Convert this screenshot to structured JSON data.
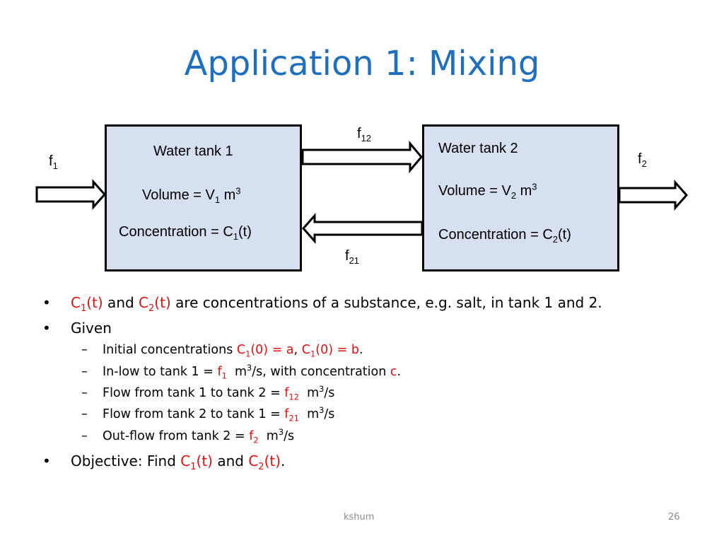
{
  "slide": {
    "title": "Application 1: Mixing",
    "footer_center": "kshum",
    "page_number": "26"
  },
  "diagram": {
    "tank1": {
      "name": "Water tank 1",
      "volume_prefix": "Volume = V",
      "volume_sub": "1",
      "volume_unit": " m",
      "volume_sup": "3",
      "conc_prefix": "Concentration = C",
      "conc_sub": "1",
      "conc_suffix": "(t)"
    },
    "tank2": {
      "name": "Water tank 2",
      "volume_prefix": "Volume = V",
      "volume_sub": "2",
      "volume_unit": " m",
      "volume_sup": "3",
      "conc_prefix": "Concentration = C",
      "conc_sub": "2",
      "conc_suffix": "(t)"
    },
    "flows": {
      "f1": {
        "base": "f",
        "sub": "1"
      },
      "f12": {
        "base": "f",
        "sub": "12"
      },
      "f21": {
        "base": "f",
        "sub": "21"
      },
      "f2": {
        "base": "f",
        "sub": "2"
      }
    }
  },
  "bullets": {
    "b1": {
      "c1": "C",
      "c1_sub": "1",
      "c1_t": "(t)",
      "and": " and ",
      "c2": "C",
      "c2_sub": "2",
      "c2_t": "(t)",
      "rest": " are concentrations of a substance, e.g. salt, in tank 1 and 2."
    },
    "b2": {
      "text": "Given"
    },
    "sub1": {
      "pre": "Initial concentrations ",
      "c1": "C",
      "c1_sub": "1",
      "eq1": "(0) = a",
      "comma": ", ",
      "c2": "C",
      "c2_sub": "1",
      "eq2": "(0) = b",
      "end": "."
    },
    "sub2": {
      "pre": "In-low to tank 1 = ",
      "f": "f",
      "f_sub": "1",
      "unit": "  m",
      "sup": "3",
      "post": "/s, with concentration ",
      "c": "c",
      "end": "."
    },
    "sub3": {
      "pre": "Flow from tank 1 to tank 2 = ",
      "f": "f",
      "f_sub": "12",
      "unit": "  m",
      "sup": "3",
      "post": "/s"
    },
    "sub4": {
      "pre": "Flow from tank 2 to tank 1 = ",
      "f": "f",
      "f_sub": "21",
      "unit": "  m",
      "sup": "3",
      "post": "/s"
    },
    "sub5": {
      "pre": "Out-flow from tank 2 = ",
      "f": "f",
      "f_sub": "2",
      "unit": "  m",
      "sup": "3",
      "post": "/s"
    },
    "b3": {
      "pre": "Objective: Find ",
      "c1": "C",
      "c1_sub": "1",
      "c1_t": "(t)",
      "and": " and ",
      "c2": "C",
      "c2_sub": "2",
      "c2_t": "(t)",
      "end": "."
    }
  },
  "symbols": {
    "bullet": "•",
    "dash": "–"
  },
  "colors": {
    "title": "#1f6fc0",
    "tank_fill": "#d6e0f0",
    "highlight": "#e01010",
    "footer": "#8a8a8a"
  }
}
